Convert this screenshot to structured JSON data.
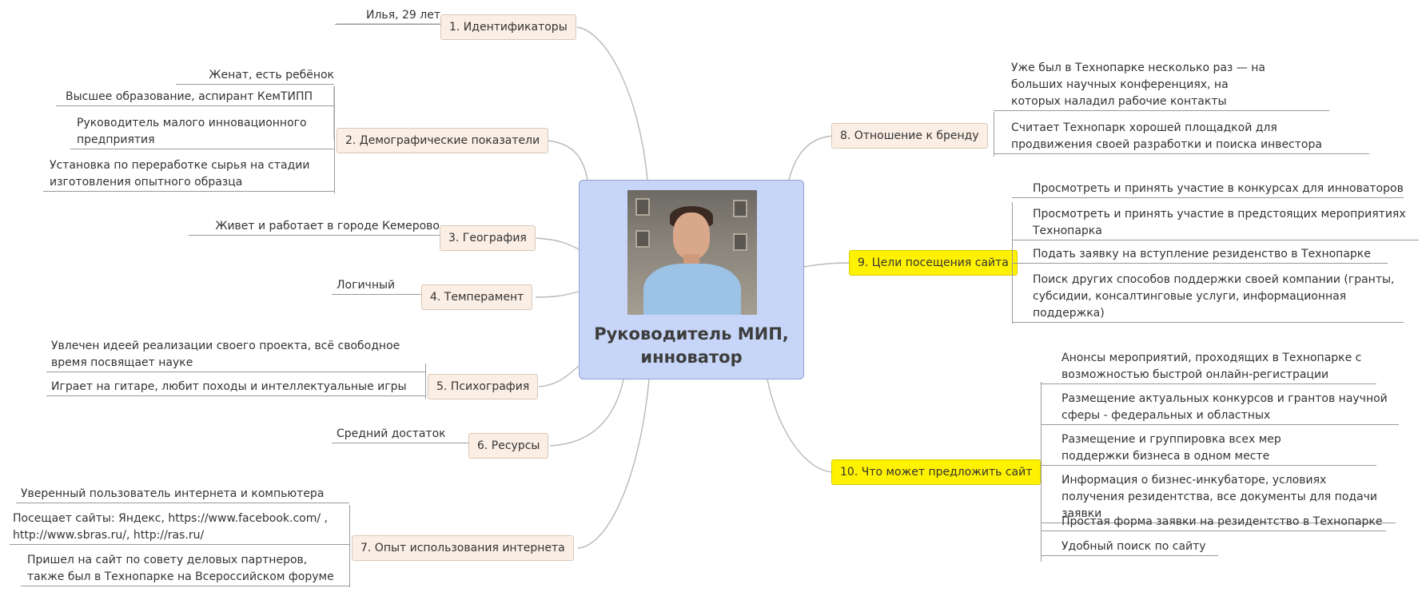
{
  "central": {
    "title_line1": "Руководитель МИП,",
    "title_line2": "инноватор",
    "photo": "portrait-photo"
  },
  "topics": {
    "t1": {
      "label": "1. Идентификаторы",
      "items": [
        "Илья, 29 лет"
      ]
    },
    "t2": {
      "label": "2. Демографические показатели",
      "items": [
        "Женат, есть ребёнок",
        "Высшее образование, аспирант КемТИПП",
        "Руководитель малого инновационного предприятия",
        "Установка по переработке сырья на стадии изготовления опытного образца"
      ]
    },
    "t3": {
      "label": "3. География",
      "items": [
        "Живет и работает в городе Кемерово"
      ]
    },
    "t4": {
      "label": "4. Темперамент",
      "items": [
        "Логичный"
      ]
    },
    "t5": {
      "label": "5. Психография",
      "items": [
        "Увлечен идеей реализации своего проекта, всё свободное время посвящает науке",
        "Играет на гитаре, любит походы и интеллектуальные игры"
      ]
    },
    "t6": {
      "label": "6. Ресурсы",
      "items": [
        "Средний достаток"
      ]
    },
    "t7": {
      "label": "7. Опыт использования интернета",
      "items": [
        "Уверенный пользователь интернета и компьютера",
        "Посещает сайты: Яндекс, https://www.facebook.com/ , http://www.sbras.ru/, http://ras.ru/",
        "Пришел на сайт по совету деловых партнеров, также был в Технопарке на Всероссийском форуме"
      ]
    },
    "t8": {
      "label": "8. Отношение к бренду",
      "items": [
        "Уже был в Технопарке несколько раз — на больших научных конференциях, на которых наладил рабочие контакты",
        "Считает Технопарк хорошей площадкой для продвижения своей разработки и поиска инвестора"
      ]
    },
    "t9": {
      "label": "9. Цели посещения сайта",
      "items": [
        "Просмотреть и принять участие в конкурсах для инноваторов",
        "Просмотреть и принять участие в предстоящих мероприятиях Технопарка",
        "Подать заявку на вступление резиденство в Технопарке",
        "Поиск других способов поддержки своей компании (гранты, субсидии, консалтинговые услуги, информационная поддержка)"
      ]
    },
    "t10": {
      "label": "10. Что может предложить сайт",
      "items": [
        "Анонсы мероприятий, проходящих в Технопарке с возможностью быстрой онлайн-регистрации",
        "Размещение актуальных конкурсов и грантов научной сферы - федеральных и областных",
        "Размещение и группировка всех мер поддержки бизнеса в одном месте",
        "Информация о бизнес-инкубаторе, условиях получения резидентства, все документы для подачи заявки",
        "Простая форма заявки на резидентство в Технопарке",
        "Удобный поиск по сайту"
      ]
    }
  },
  "colors": {
    "central_fill": "#c7d6f8",
    "topic_fill": "#fbeee4",
    "highlight_fill": "#fff200",
    "connector": "#b8b8b8"
  }
}
